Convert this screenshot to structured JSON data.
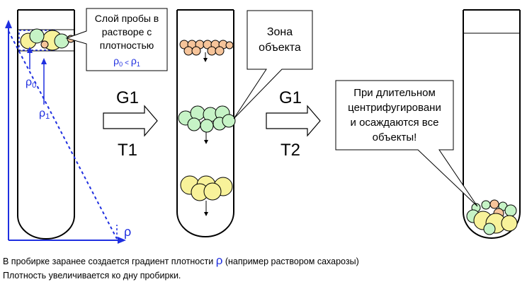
{
  "callouts": {
    "sample_layer": {
      "lines": [
        "Слой пробы в",
        "растворе с",
        "плотностью"
      ],
      "rho0": "ρ",
      "sub0": "0",
      "lt": "<",
      "rho1": "ρ",
      "sub1": "1"
    },
    "object_zone": {
      "lines": [
        "Зона",
        "объекта"
      ]
    },
    "long_centrifuge": {
      "lines": [
        "При длительном",
        "центрифугировани",
        "и осаждаются все",
        "объекты!"
      ]
    }
  },
  "axis": {
    "rho0_symbol": "ρ",
    "rho0_sub": "0",
    "rho1_symbol": "ρ",
    "rho1_sub": "1",
    "rho_label": "ρ"
  },
  "steps": [
    {
      "g": "G1",
      "t": "T1"
    },
    {
      "g": "G1",
      "t": "T2"
    }
  ],
  "footer": {
    "line1_before": "В пробирке заранее создается градиент плотности ",
    "line1_rho": "ρ",
    "line1_after": " (например раствором сахарозы)",
    "line2": "Плотность увеличивается ко дну пробирки."
  },
  "colors": {
    "axis_blue": "#1f2fe0",
    "particle_orange": "#f6c49a",
    "particle_green": "#c6f3c6",
    "particle_yellow": "#f8f29a",
    "outline": "#000000"
  }
}
